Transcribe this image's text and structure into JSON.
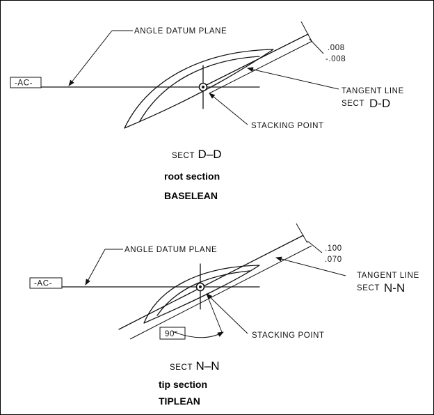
{
  "top": {
    "datum_label": "-AC-",
    "angle_datum_label": "ANGLE DATUM PLANE",
    "tol_upper": ".008",
    "tol_lower": "-.008",
    "tangent_line_label": "TANGENT LINE",
    "tangent_sect_small": "SECT",
    "tangent_sect_big": "D-D",
    "stacking_point_label": "STACKING POINT",
    "caption_sect_small": "SECT",
    "caption_sect_big": "D–D",
    "caption_line1": "root section",
    "caption_line2": "BASELEAN"
  },
  "bottom": {
    "datum_label": "-AC-",
    "angle_datum_label": "ANGLE DATUM PLANE",
    "tol_upper": ".100",
    "tol_lower": ".070",
    "tangent_line_label": "TANGENT LINE",
    "tangent_sect_small": "SECT",
    "tangent_sect_big": "N-N",
    "stacking_point_label": "STACKING POINT",
    "angle_label": "90°",
    "caption_sect_small": "SECT",
    "caption_sect_big": "N–N",
    "caption_line1": "tip section",
    "caption_line2": "TIPLEAN"
  }
}
